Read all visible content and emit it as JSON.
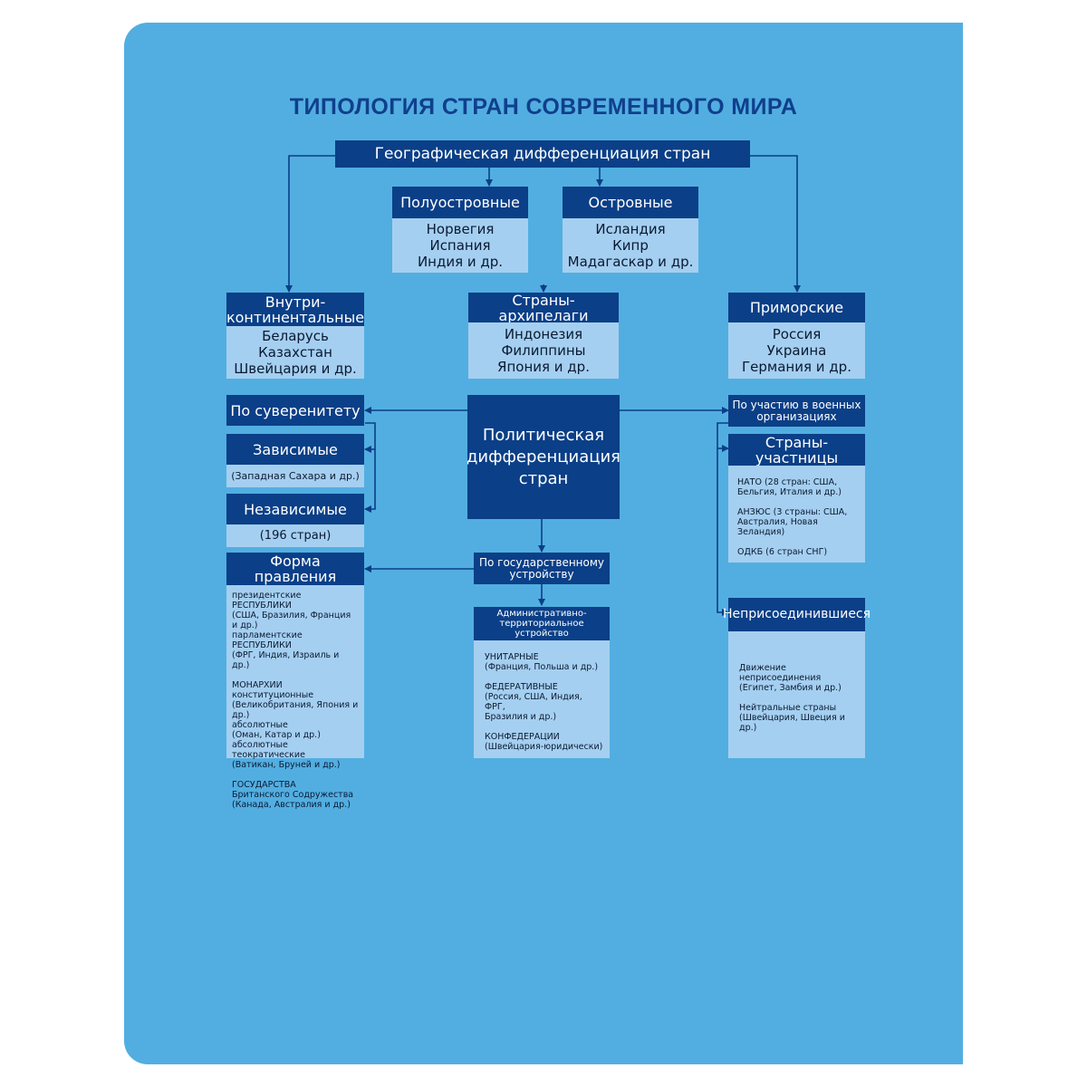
{
  "title": "ТИПОЛОГИЯ СТРАН СОВРЕМЕННОГО МИРА",
  "geo": {
    "header": "Географическая   дифференциация   стран",
    "peninsular": {
      "title": "Полуостровные",
      "items": [
        "Норвегия",
        "Испания",
        "Индия  и  др."
      ]
    },
    "island": {
      "title": "Островные",
      "items": [
        "Исландия",
        "Кипр",
        "Мадагаскар  и  др."
      ]
    },
    "inland": {
      "title_line1": "Внутри-",
      "title_line2": "континентальные",
      "items": [
        "Беларусь",
        "Казахстан",
        "Швейцария  и  др."
      ]
    },
    "archipelago": {
      "title": "Страны-архипелаги",
      "items": [
        "Индонезия",
        "Филиппины",
        "Япония  и  др."
      ]
    },
    "coastal": {
      "title": "Приморские",
      "items": [
        "Россия",
        "Украина",
        "Германия  и  др."
      ]
    }
  },
  "pol": {
    "header_line1": "Политическая",
    "header_line2": "дифференциация",
    "header_line3": "стран",
    "sovereignty": "По  суверенитету",
    "dependent": {
      "title": "Зависимые",
      "note": "(Западная  Сахара  и  др.)"
    },
    "independent": {
      "title": "Независимые",
      "note": "(196  стран)"
    },
    "government": {
      "title": "Форма  правления",
      "lines": [
        [
          "президентские  РЕСПУБЛИКИ",
          "(США,  Бразилия,  Франция  и  др.)",
          "парламентские  РЕСПУБЛИКИ",
          "(ФРГ,  Индия,  Израиль  и  др.)"
        ],
        [
          "МОНАРХИИ",
          "конституционные",
          "(Великобритания,  Япония  и  др.)",
          "абсолютные",
          "(Оман,  Катар  и  др.)",
          "абсолютные  теократические",
          "(Ватикан,  Бруней  и  др.)"
        ],
        [
          "ГОСУДАРСТВА",
          "Британского  Содружества",
          "(Канада,  Австралия  и  др.)"
        ]
      ]
    },
    "structure": {
      "title_line1": "По  государственному",
      "title_line2": "устройству"
    },
    "admin": {
      "title_line1": "Административно-",
      "title_line2": "территориальное",
      "title_line3": "устройство",
      "lines": [
        [
          "УНИТАРНЫЕ",
          "(Франция,  Польша  и  др.)"
        ],
        [
          "ФЕДЕРАТИВНЫЕ",
          "(Россия,  США,  Индия,  ФРГ,",
          "Бразилия  и  др.)"
        ],
        [
          "КОНФЕДЕРАЦИИ",
          "(Швейцария-юридически)"
        ]
      ]
    },
    "military": {
      "title_line1": "По  участию  в  военных",
      "title_line2": "организациях"
    },
    "participants": {
      "title": "Страны-участницы",
      "lines": [
        [
          "НАТО  (28  стран:  США,",
          "Бельгия,  Италия  и  др.)"
        ],
        [
          "АНЗЮС  (3  страны:  США,",
          "Австралия,  Новая  Зеландия)"
        ],
        [
          "ОДКБ  (6  стран  СНГ)"
        ]
      ]
    },
    "nonaligned": {
      "title": "Неприсоединившиеся",
      "lines": [
        [
          "Движение",
          "неприсоединения",
          "(Египет,  Замбия  и  др.)"
        ],
        [
          "Нейтральные  страны",
          "(Швейцария,  Швеция  и  др.)"
        ]
      ]
    }
  },
  "colors": {
    "background": "#52aee1",
    "header": "#0b3f87",
    "body": "#a5cff0",
    "title": "#103f8c"
  }
}
